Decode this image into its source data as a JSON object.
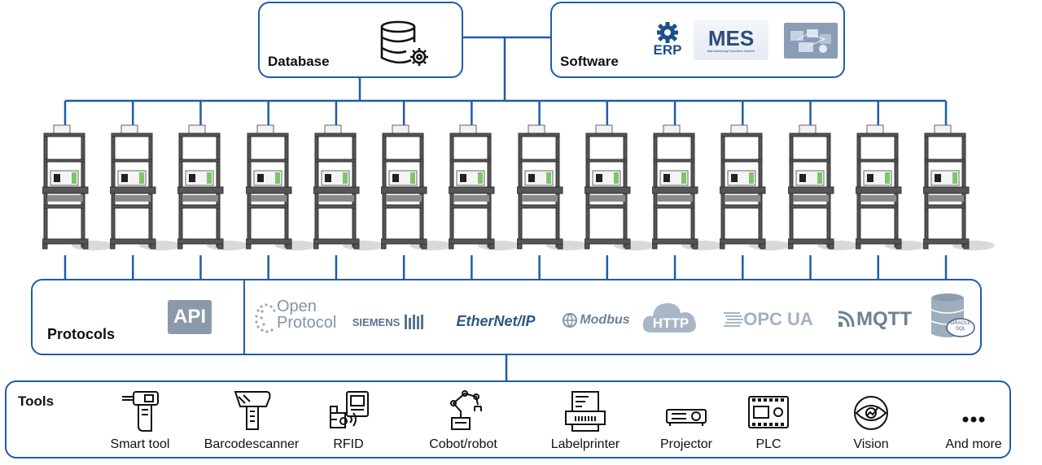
{
  "top": {
    "database": {
      "title": "Database",
      "icon": "database-gear-icon"
    },
    "software": {
      "title": "Software",
      "logos": [
        {
          "name": "erp",
          "text": "ERP"
        },
        {
          "name": "mes",
          "text": "MES",
          "subtext": "Manufacturing Execution System"
        },
        {
          "name": "software-thumbnail",
          "text": ""
        }
      ]
    }
  },
  "stations": {
    "count": 14,
    "icon": "workstation-icon"
  },
  "protocols": {
    "title": "Protocols",
    "api_label": "API",
    "items": [
      {
        "name": "open-protocol",
        "line1": "Open",
        "line2": "Protocol"
      },
      {
        "name": "siemens",
        "text": "SIEMENS"
      },
      {
        "name": "ethernet-ip",
        "text": "EtherNet/IP"
      },
      {
        "name": "modbus",
        "text": "Modbus"
      },
      {
        "name": "http",
        "text": "HTTP"
      },
      {
        "name": "opc-ua",
        "text": "OPC UA"
      },
      {
        "name": "mqtt",
        "text": "MQTT"
      },
      {
        "name": "oracle-sql",
        "line1": "ORACLE",
        "line2": "SQL"
      }
    ]
  },
  "tools": {
    "title": "Tools",
    "items": [
      {
        "name": "smart-tool",
        "label": "Smart tool",
        "icon": "smart-tool-icon"
      },
      {
        "name": "barcodescanner",
        "label": "Barcodescanner",
        "icon": "barcode-scanner-icon"
      },
      {
        "name": "rfid",
        "label": "RFID",
        "icon": "rfid-icon"
      },
      {
        "name": "cobot",
        "label": "Cobot/robot",
        "icon": "robot-arm-icon"
      },
      {
        "name": "labelprinter",
        "label": "Labelprinter",
        "icon": "label-printer-icon"
      },
      {
        "name": "projector",
        "label": "Projector",
        "icon": "projector-icon"
      },
      {
        "name": "plc",
        "label": "PLC",
        "icon": "plc-icon"
      },
      {
        "name": "vision",
        "label": "Vision",
        "icon": "vision-eye-icon"
      },
      {
        "name": "and-more",
        "label": "And more",
        "icon": "ellipsis-icon"
      }
    ]
  },
  "colors": {
    "line": "#1f5ca8",
    "logo_grey": "#8d9bab",
    "protocol_blue": "#3d5f86"
  }
}
